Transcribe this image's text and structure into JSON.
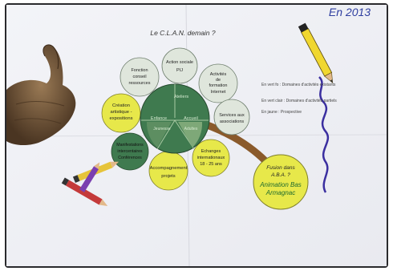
{
  "poster": {
    "title": "Le C.L.A.N. demain ?",
    "year_note": "En 2013",
    "legend": {
      "dark_green": "En vert fo : Domaines d'activités existants",
      "light_green": "En vert clair : Domaines d'activités partiels",
      "yellow": "En jaune : Prospective"
    }
  },
  "center": {
    "ateliers": "Ateliers",
    "enfance": "Enfance",
    "accueil": "Accueil",
    "secteur_left": "Jeunesse",
    "secteur_right": "Adultes"
  },
  "bubbles": {
    "fonction": [
      "Fonction",
      "conseil",
      "ressources"
    ],
    "action_sociale": [
      "Action sociale",
      "PIJ"
    ],
    "activites": [
      "Activités",
      "de",
      "formation",
      "Internet"
    ],
    "services": [
      "Services aux",
      "associations"
    ],
    "creation": [
      "Création",
      "artistique -",
      "expositions"
    ],
    "manifestations": [
      "Manifestations",
      "intercentaires",
      "Conférences"
    ],
    "accompagnement": [
      "Accompagnement",
      "projets"
    ],
    "echanges": [
      "Echanges",
      "internationaux",
      "18 - 25 ans"
    ],
    "fusion": [
      "Fusion dans",
      "A.B.A. ?",
      "Animation Bas",
      "Armagnac"
    ]
  },
  "colors": {
    "dark_green": "#3f7a4f",
    "light_green": "#b9d8ac",
    "yellow": "#e7e84a",
    "pale": "#dfe6dc",
    "brown": "#8a5a2b"
  }
}
